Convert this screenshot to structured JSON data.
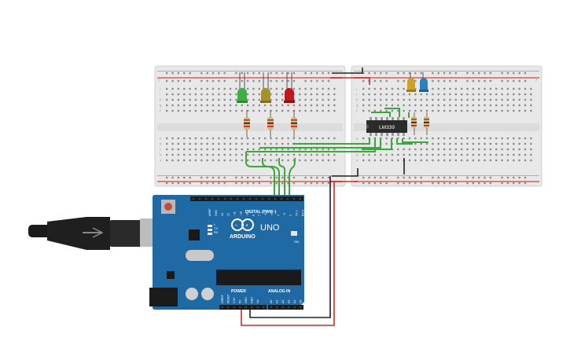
{
  "components": {
    "ic": {
      "label": "LM339"
    },
    "arduino": {
      "brand": "ARDUINO",
      "model": "UNO",
      "digital_label": "DIGITAL (PWM~)",
      "power_label": "POWER",
      "analog_label": "ANALOG IN",
      "on_label": "ON",
      "tx_label": "TX",
      "rx_label": "RX",
      "l_label": "L",
      "digital_pins": [
        "AREF",
        "GND",
        "13",
        "12",
        "~11",
        "~10",
        "~9",
        "8",
        "7",
        "~6",
        "~5",
        "4",
        "~3",
        "2",
        "TX 1",
        "RX 0"
      ],
      "power_pins": [
        "IOREF",
        "RESET",
        "3.3V",
        "5V",
        "GND",
        "GND",
        "Vin"
      ],
      "analog_pins": [
        "A0",
        "A1",
        "A2",
        "A3",
        "A4",
        "A5"
      ]
    },
    "breadboard_left": {
      "rail_top_minus": "-",
      "rail_top_plus": "+",
      "rail_bottom_minus": "-",
      "rail_bottom_plus": "+",
      "rows_top": [
        "j",
        "i",
        "h",
        "g",
        "f"
      ],
      "rows_bottom": [
        "e",
        "d",
        "c",
        "b",
        "a"
      ]
    },
    "breadboard_right": {
      "rail_top_minus": "-",
      "rail_top_plus": "+",
      "rail_bottom_minus": "-",
      "rail_bottom_plus": "+",
      "rows_top": [
        "j",
        "i",
        "h",
        "g",
        "f"
      ],
      "rows_bottom": [
        "e",
        "d",
        "c",
        "b",
        "a"
      ]
    },
    "leds": [
      {
        "name": "led-green",
        "color": "#3cb043"
      },
      {
        "name": "led-yellow",
        "color": "#a3932a"
      },
      {
        "name": "led-red",
        "color": "#c0181c"
      },
      {
        "name": "led-yellow-2",
        "color": "#c9a227"
      },
      {
        "name": "led-blue",
        "color": "#2f7fc0"
      }
    ]
  },
  "colors": {
    "board_blue": "#1f6aa5",
    "breadboard": "#e9e9e9",
    "wire_green": "#3ea63e",
    "wire_red": "#d12828",
    "wire_black": "#222222"
  }
}
